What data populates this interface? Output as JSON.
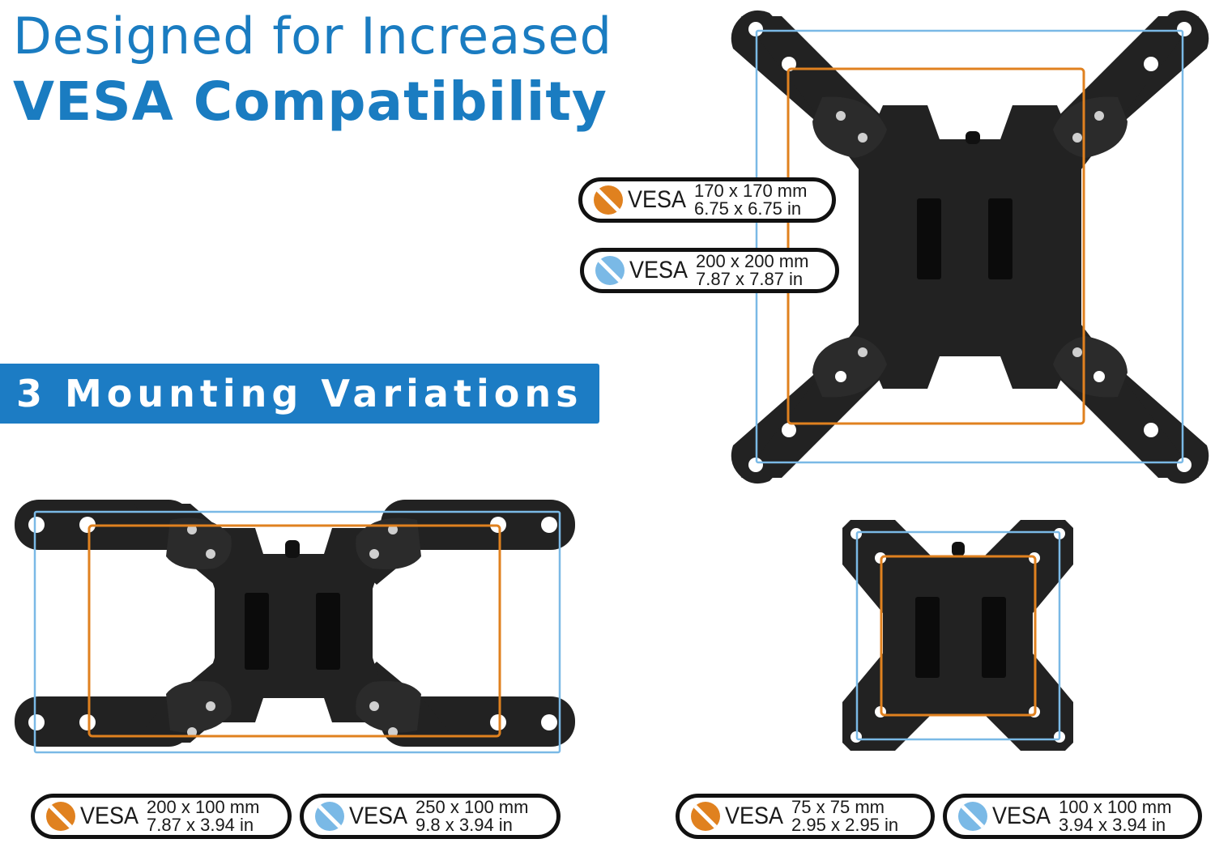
{
  "headline": {
    "line1": "Designed for Increased",
    "line2": "VESA Compatibility"
  },
  "banner": {
    "label": "3 Mounting Variations"
  },
  "colors": {
    "brand_blue": "#1c7cc4",
    "orange_outline": "#e0811f",
    "blue_outline": "#7ab9e6",
    "mount_black": "#222222"
  },
  "mounts": [
    {
      "name": "large-x-mount",
      "labels": [
        {
          "icon": "orange-vesa-badge-icon",
          "prefix": "VESA",
          "mm": "170 x 170 mm",
          "inches": "6.75 x 6.75 in"
        },
        {
          "icon": "blue-vesa-badge-icon",
          "prefix": "VESA",
          "mm": "200 x 200 mm",
          "inches": "7.87 x 7.87 in"
        }
      ]
    },
    {
      "name": "wide-h-mount",
      "labels": [
        {
          "icon": "orange-vesa-badge-icon",
          "prefix": "VESA",
          "mm": "200 x 100 mm",
          "inches": "7.87 x 3.94 in"
        },
        {
          "icon": "blue-vesa-badge-icon",
          "prefix": "VESA",
          "mm": "250 x 100 mm",
          "inches": "9.8 x 3.94 in"
        }
      ]
    },
    {
      "name": "small-square-mount",
      "labels": [
        {
          "icon": "orange-vesa-badge-icon",
          "prefix": "VESA",
          "mm": "75 x 75 mm",
          "inches": "2.95 x 2.95 in"
        },
        {
          "icon": "blue-vesa-badge-icon",
          "prefix": "VESA",
          "mm": "100 x 100 mm",
          "inches": "3.94 x 3.94 in"
        }
      ]
    }
  ]
}
